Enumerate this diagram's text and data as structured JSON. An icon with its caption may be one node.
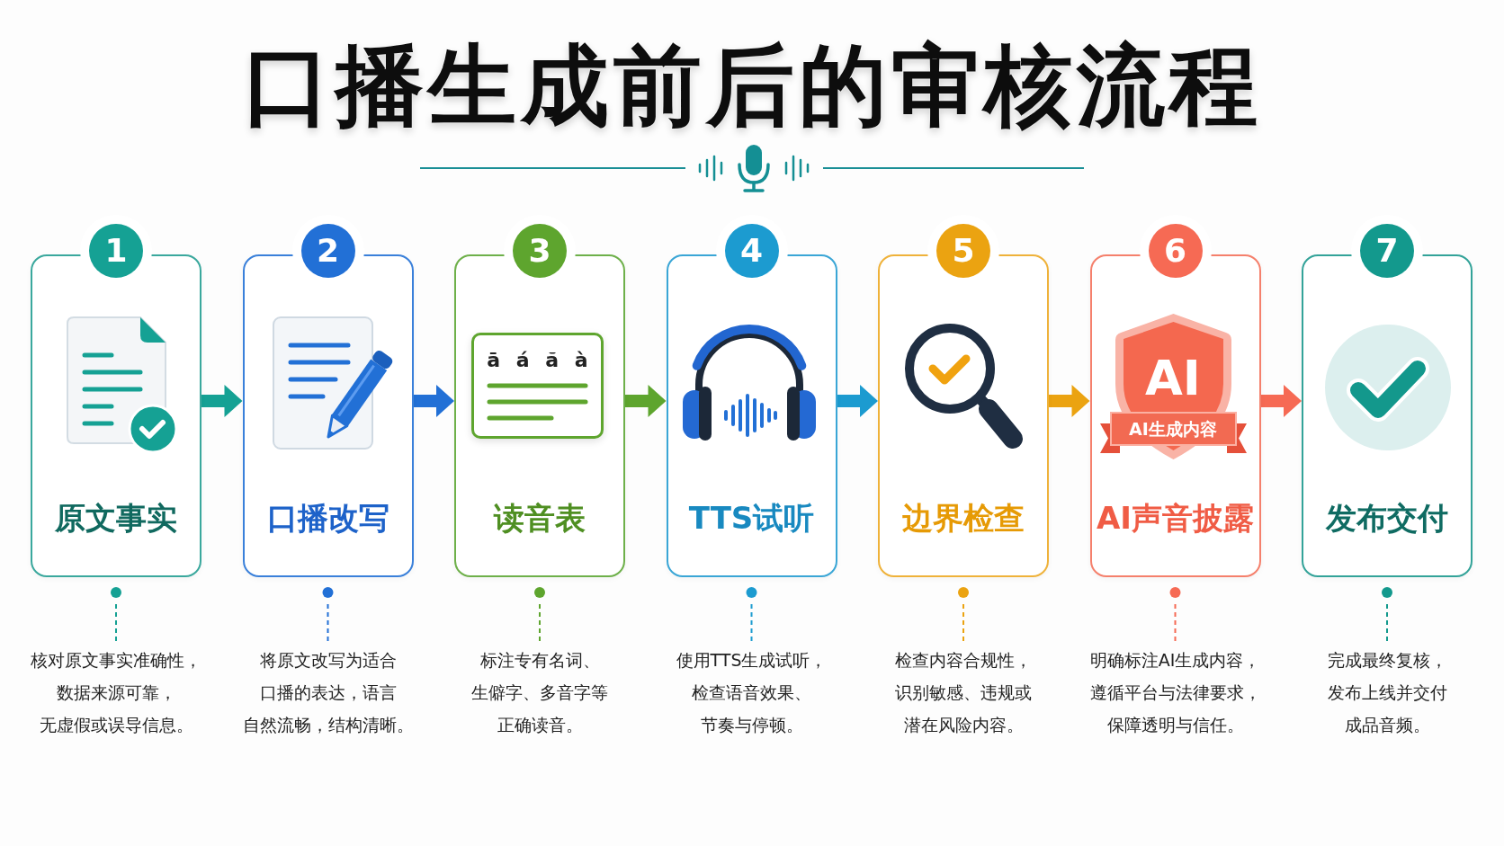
{
  "diagram": {
    "title": "口播生成前后的审核流程",
    "nodes": [
      {
        "text": [
          "1",
          "原文事实"
        ]
      },
      {
        "text": [
          "2",
          "口播改写"
        ]
      },
      {
        "text": [
          "3",
          "ā á ă à",
          "读音表"
        ]
      },
      {
        "text": [
          "4",
          "TTS试听"
        ]
      },
      {
        "text": [
          "5",
          "边界检查"
        ]
      },
      {
        "text": [
          "6",
          "AI",
          "AI生成内容",
          "AI声音披露"
        ]
      },
      {
        "text": [
          "7",
          "发布交付"
        ]
      },
      {
        "text": [
          "核对原文事实准确性，数据来源可靠，无虚假或误导信息。"
        ]
      },
      {
        "text": [
          "将原文改写为适合口播的表达，语言自然流畅，结构清晰。"
        ]
      },
      {
        "text": [
          "标注专有名词、生僻字、多音字等正确读音。"
        ]
      },
      {
        "text": [
          "使用TTS生成试听，检查语音效果、节奏与停顿。"
        ]
      },
      {
        "text": [
          "检查内容合规性，识别敏感、违规或潜在风险内容。"
        ]
      },
      {
        "text": [
          "明确标注AI生成内容，遵循平台与法律要求，保障透明与信任。"
        ]
      },
      {
        "text": [
          "完成最终复核，发布上线并交付成品音频。"
        ]
      }
    ],
    "edges": [
      {
        "from": 0,
        "to": 1,
        "arrow": "to",
        "style": "thick",
        "color": "#15a194"
      },
      {
        "from": 1,
        "to": 2,
        "arrow": "to",
        "style": "thick",
        "color": "#2270d6"
      },
      {
        "from": 2,
        "to": 3,
        "arrow": "to",
        "style": "thick",
        "color": "#5ea52e"
      },
      {
        "from": 3,
        "to": 4,
        "arrow": "to",
        "style": "thick",
        "color": "#1c9bd0"
      },
      {
        "from": 4,
        "to": 5,
        "arrow": "to",
        "style": "thick",
        "color": "#eba311"
      },
      {
        "from": 5,
        "to": 6,
        "arrow": "to",
        "style": "thick",
        "color": "#f66a54"
      },
      {
        "from": 7,
        "to": 0,
        "arrow": "other",
        "style": "dashed",
        "color": "#15a194"
      },
      {
        "from": 8,
        "to": 1,
        "arrow": "other",
        "style": "dashed",
        "color": "#2270d6"
      },
      {
        "from": 9,
        "to": 2,
        "arrow": "other",
        "style": "dashed",
        "color": "#5ea52e"
      },
      {
        "from": 10,
        "to": 3,
        "arrow": "other",
        "style": "dashed",
        "color": "#1c9bd0"
      },
      {
        "from": 11,
        "to": 4,
        "arrow": "other",
        "style": "dashed",
        "color": "#eba311"
      },
      {
        "from": 12,
        "to": 5,
        "arrow": "other",
        "style": "dashed",
        "color": "#f66a54"
      },
      {
        "from": 13,
        "to": 6,
        "arrow": "other",
        "style": "dashed",
        "color": "#13998d"
      }
    ]
  }
}
